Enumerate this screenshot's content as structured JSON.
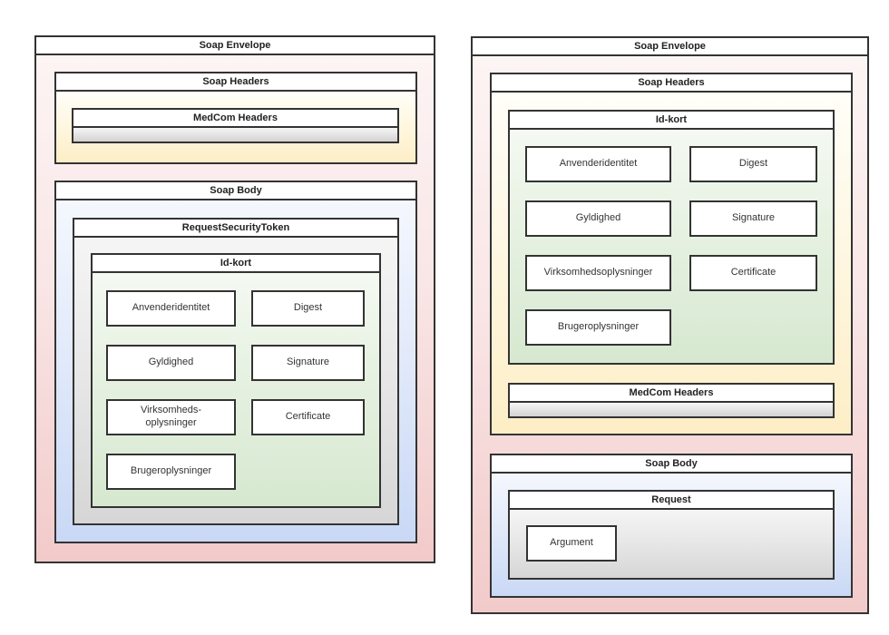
{
  "colors": {
    "border": "#333333",
    "envelope_fill": "#f2caca",
    "headers_fill": "#fdeec6",
    "body_fill": "#c9d8f5",
    "idkort_fill": "#d6e8d0",
    "token_fill": "#d6d6d6"
  },
  "left": {
    "envelope": "Soap Envelope",
    "soap_headers": "Soap Headers",
    "medcom": "MedCom Headers",
    "soap_body": "Soap Body",
    "rst": "RequestSecurityToken",
    "idkort": "Id-kort",
    "cells": [
      "Anvenderidentitet",
      "Digest",
      "Gyldighed",
      "Signature",
      "Virksomheds-\noplysninger",
      "Certificate",
      "Brugeroplysninger"
    ]
  },
  "right": {
    "envelope": "Soap Envelope",
    "soap_headers": "Soap Headers",
    "idkort": "Id-kort",
    "cells": [
      "Anvenderidentitet",
      "Digest",
      "Gyldighed",
      "Signature",
      "Virksomhedsoplysninger",
      "Certificate",
      "Brugeroplysninger"
    ],
    "medcom": "MedCom Headers",
    "soap_body": "Soap Body",
    "request": "Request",
    "argument": "Argument"
  }
}
